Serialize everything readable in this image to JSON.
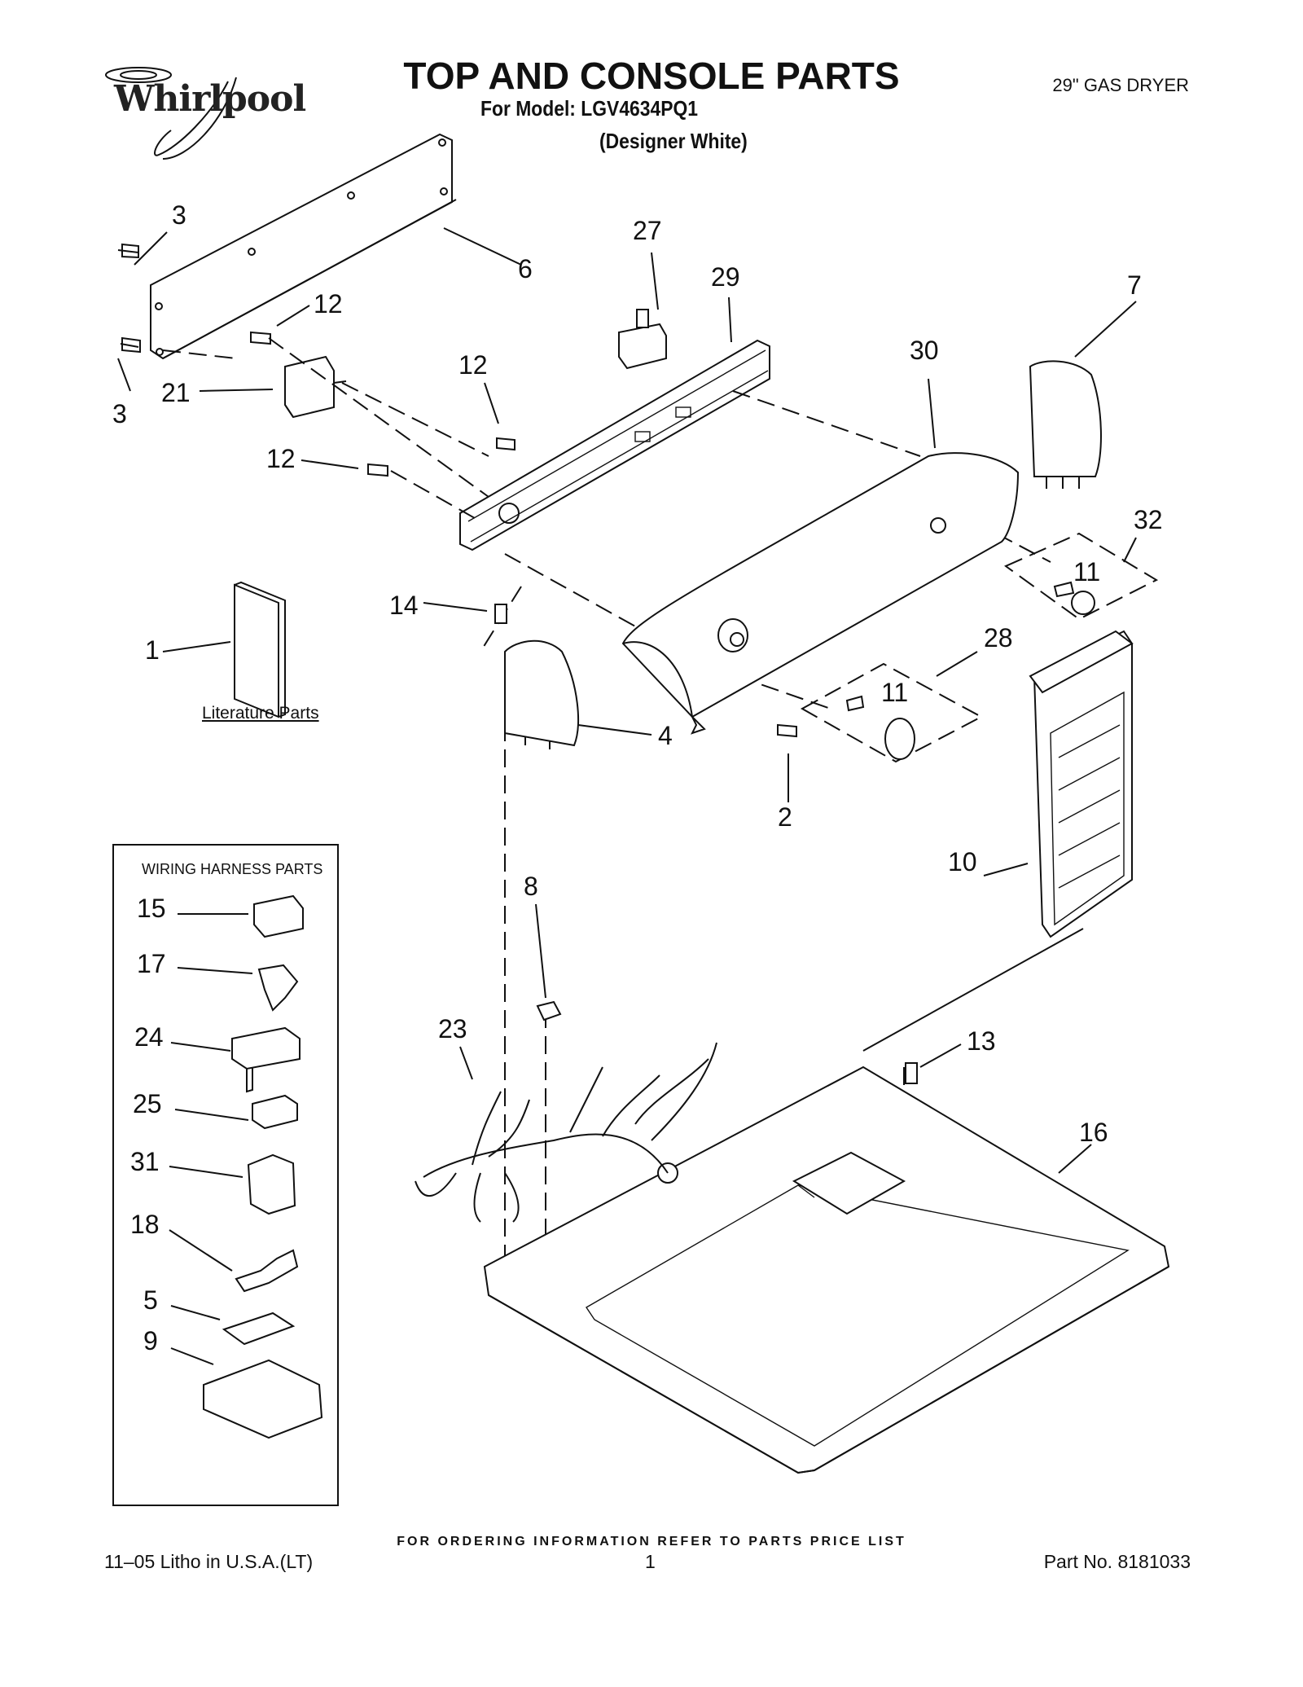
{
  "header": {
    "brand": "Whirlpool",
    "title": "TOP AND CONSOLE PARTS",
    "model_line": "For Model: LGV4634PQ1",
    "color_line": "(Designer White)",
    "product": "29\" GAS DRYER"
  },
  "literature_label": "Literature Parts",
  "harness": {
    "title": "WIRING HARNESS PARTS",
    "callouts": [
      "15",
      "17",
      "24",
      "25",
      "31",
      "18",
      "5",
      "9"
    ]
  },
  "callouts": {
    "c3a": "3",
    "c3b": "3",
    "c6": "6",
    "c12a": "12",
    "c12b": "12",
    "c12c": "12",
    "c21": "21",
    "c27": "27",
    "c29": "29",
    "c7": "7",
    "c30": "30",
    "c32": "32",
    "c11a": "11",
    "c11b": "11",
    "c28": "28",
    "c14": "14",
    "c1": "1",
    "c4": "4",
    "c2": "2",
    "c10": "10",
    "c8": "8",
    "c23": "23",
    "c13": "13",
    "c16": "16"
  },
  "footer": {
    "note": "FOR ORDERING INFORMATION REFER TO PARTS PRICE LIST",
    "litho": "11–05 Litho in U.S.A.(LT)",
    "page": "1",
    "part_no": "Part No. 8181033"
  }
}
